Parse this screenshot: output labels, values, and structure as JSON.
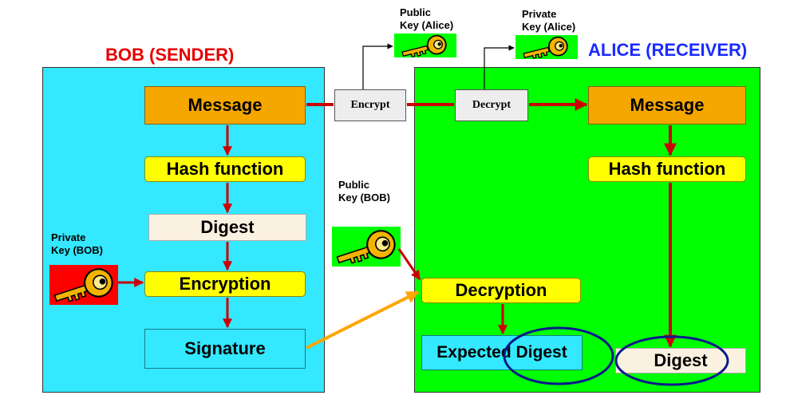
{
  "colors": {
    "sender_panel": "#33E8FF",
    "receiver_panel": "#00FF00",
    "message_box": "#F5A700",
    "hash_box": "#FFFF00",
    "digest_box": "#FBF1E0",
    "cipher_box": "#EDEDED",
    "arrow_red": "#CC0000",
    "arrow_orange": "#FFA500",
    "ellipse_blue": "#0A1A8C",
    "sender_title": "#E60000",
    "receiver_title": "#1A2BFF",
    "key_bg_red": "#FF0000",
    "key_bg_green": "#00FF00",
    "key_body": "#F3B400"
  },
  "sender": {
    "title": "BOB (SENDER)",
    "message": "Message",
    "hash_function": "Hash function",
    "digest": "Digest",
    "encryption": "Encryption",
    "signature": "Signature",
    "private_key_label_1": "Private",
    "private_key_label_2": "Key (BOB)"
  },
  "receiver": {
    "title": "ALICE (RECEIVER)",
    "message": "Message",
    "hash_function": "Hash function",
    "decryption": "Decryption",
    "expected_digest": "Expected Digest",
    "digest": "Digest"
  },
  "channel": {
    "encrypt": "Encrypt",
    "decrypt": "Decrypt",
    "public_key_alice_1": "Public",
    "public_key_alice_2": "Key (Alice)",
    "private_key_alice_1": "Private",
    "private_key_alice_2": "Key (Alice)",
    "public_key_bob_1": "Public",
    "public_key_bob_2": "Key (BOB)"
  }
}
